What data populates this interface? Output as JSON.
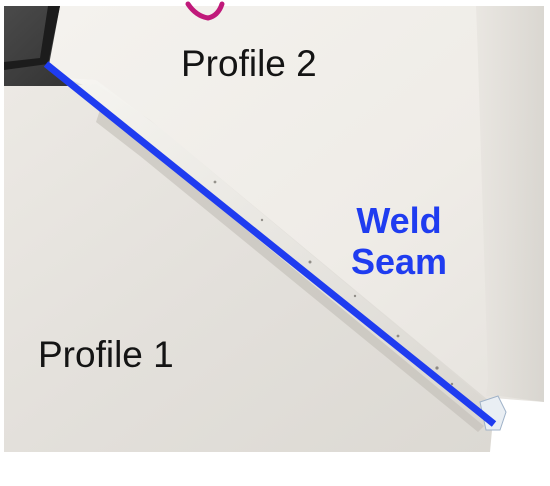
{
  "labels": {
    "profile_2": "Profile 2",
    "profile_1": "Profile 1",
    "weld_line_1": "Weld",
    "weld_line_2": "Seam"
  },
  "colors": {
    "weld_seam": "#1f3cf0",
    "label_text": "#141414",
    "background_dark": "#3a3a3a",
    "profile_2_surface": "#f0ede8",
    "profile_1_surface": "#e4e1dc",
    "mark_magenta": "#c0197a"
  }
}
